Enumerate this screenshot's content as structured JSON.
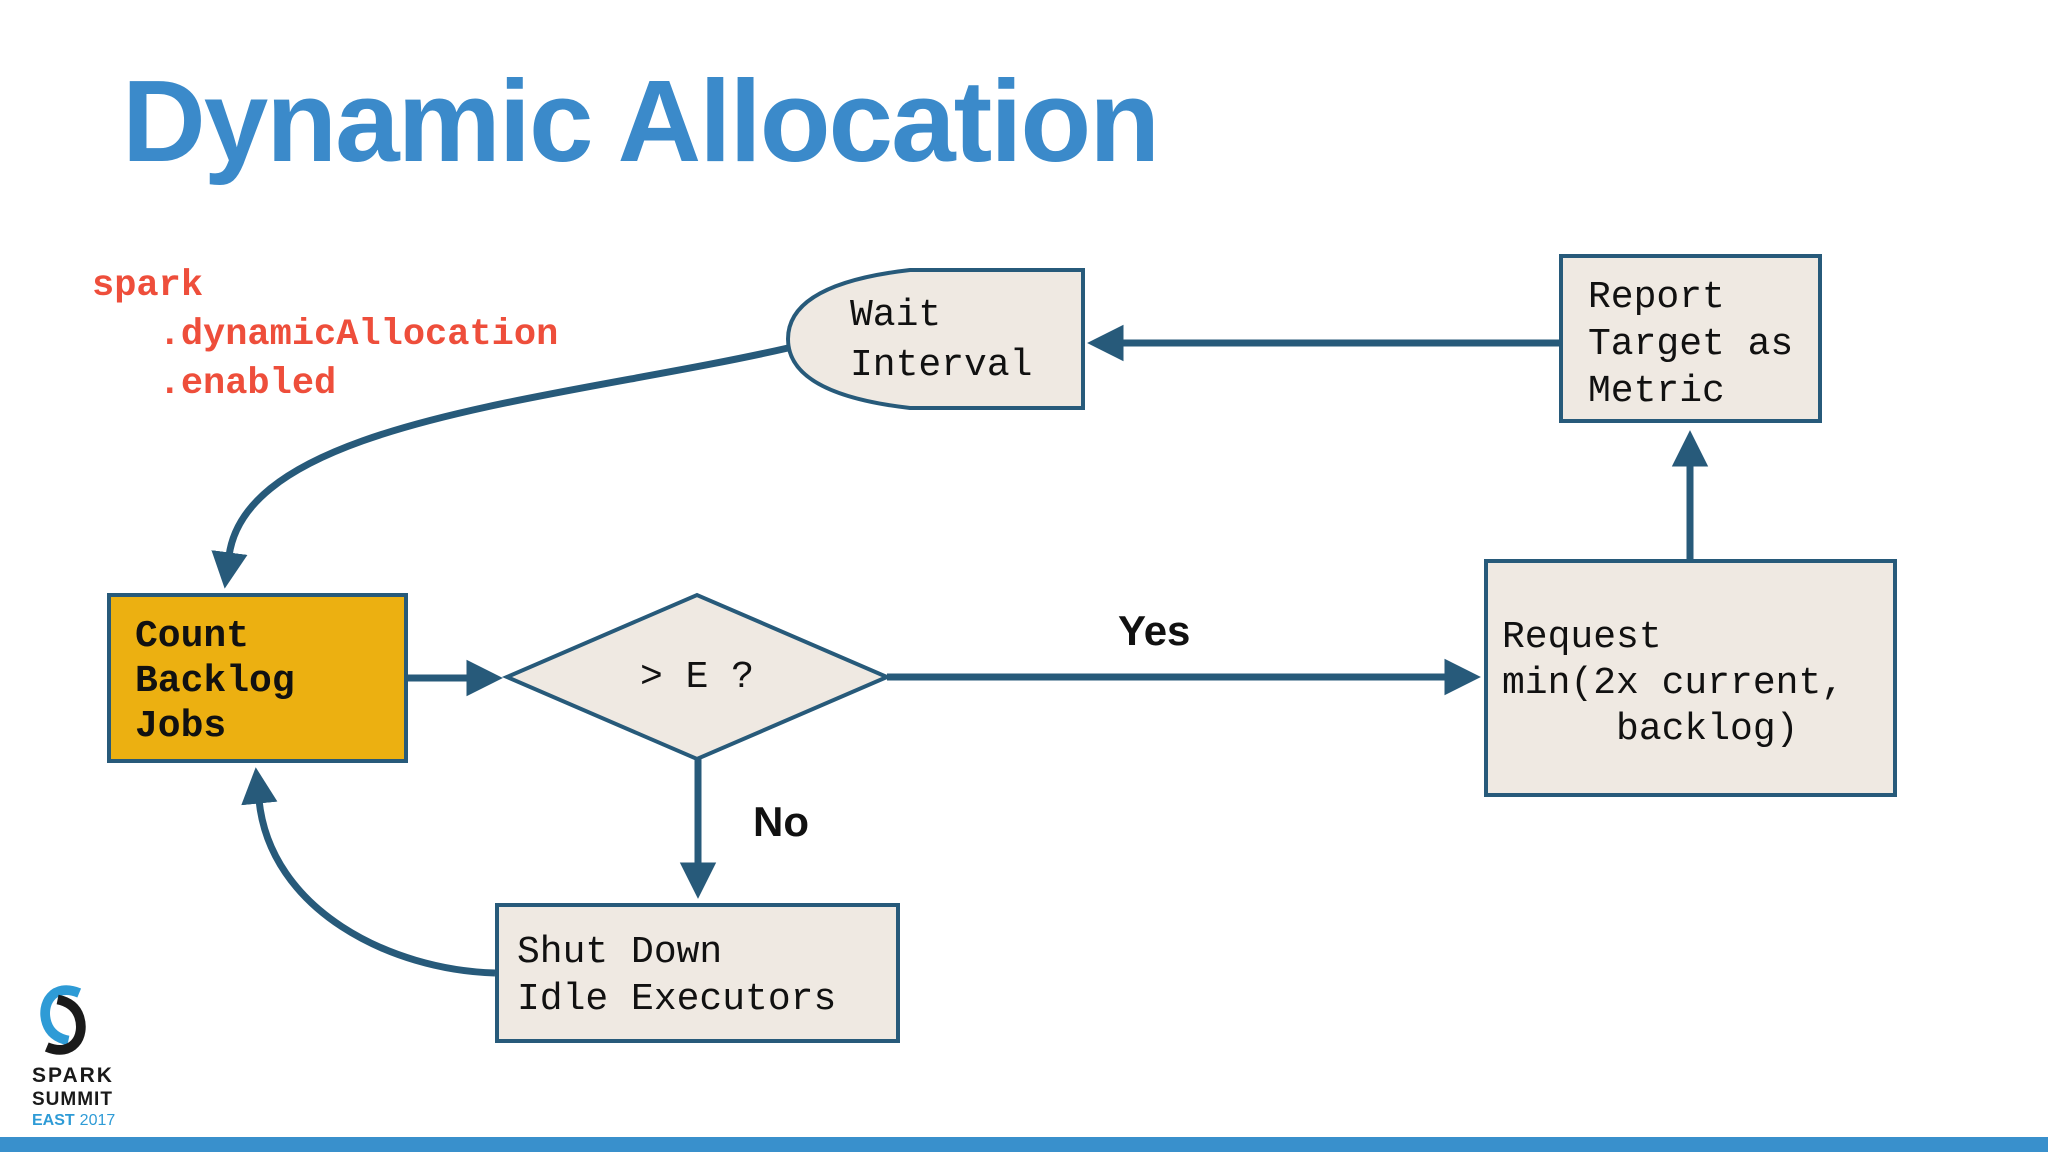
{
  "slide": {
    "title": "Dynamic Allocation",
    "code_snippet": "spark\n   .dynamicAllocation\n   .enabled"
  },
  "diagram": {
    "nodes": {
      "wait_interval": "Wait\nInterval",
      "report_target": "Report\nTarget as\nMetric",
      "count_backlog": "Count\nBacklog\nJobs",
      "decision": "> E ?",
      "request_min": "Request\nmin(2x current,\n     backlog)",
      "shutdown_idle": "Shut Down\nIdle Executors"
    },
    "edge_labels": {
      "yes": "Yes",
      "no": "No"
    }
  },
  "footer": {
    "logo_line1": "SPARK",
    "logo_line2": "SUMMIT",
    "logo_line3_east": "EAST",
    "logo_line3_year": "2017"
  },
  "colors": {
    "title_blue": "#3b8aca",
    "code_red": "#ee4e3b",
    "arrow_teal": "#275a7a",
    "node_fill_beige": "#efe9e2",
    "count_fill_orange": "#ecb011",
    "footer_bar_blue": "#3990cc",
    "logo_blue": "#2e9bd6",
    "logo_black": "#1a1a1a"
  }
}
